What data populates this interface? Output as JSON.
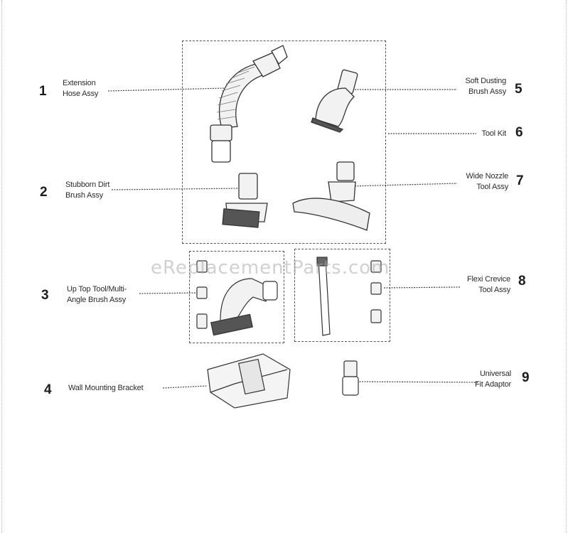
{
  "watermark": "eReplacementParts.com",
  "callouts": [
    {
      "num": "1",
      "lines": [
        "Extension",
        "Hose Assy"
      ]
    },
    {
      "num": "2",
      "lines": [
        "Stubborn Dirt",
        "Brush Assy"
      ]
    },
    {
      "num": "3",
      "lines": [
        "Up Top Tool/Multi-",
        "Angle Brush Assy"
      ]
    },
    {
      "num": "4",
      "lines": [
        "Wall Mounting Bracket"
      ]
    },
    {
      "num": "5",
      "lines": [
        "Soft Dusting",
        "Brush Assy"
      ]
    },
    {
      "num": "6",
      "lines": [
        "Tool Kit"
      ]
    },
    {
      "num": "7",
      "lines": [
        "Wide Nozzle",
        "Tool Assy"
      ]
    },
    {
      "num": "8",
      "lines": [
        "Flexi Crevice",
        "Tool Assy"
      ]
    },
    {
      "num": "9",
      "lines": [
        "Universal",
        "Fit Adaptor"
      ]
    }
  ]
}
